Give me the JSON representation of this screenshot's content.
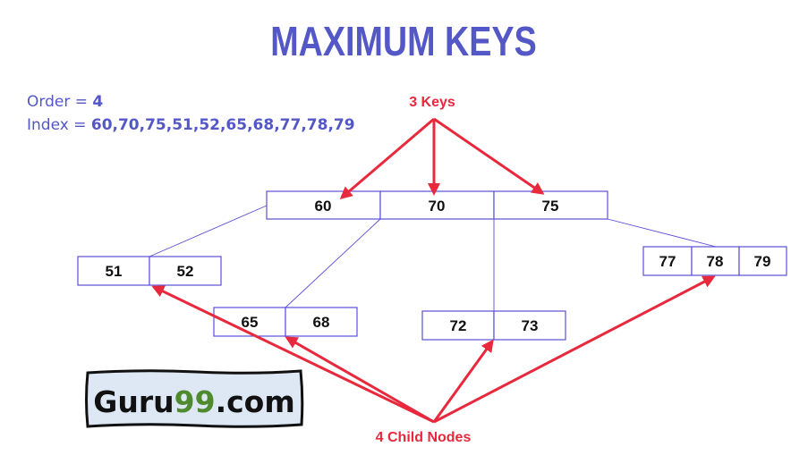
{
  "title": "MAXIMUM KEYS",
  "info": {
    "order_label": "Order = ",
    "order_value": "4",
    "index_label": "Index = ",
    "index_value": "60,70,75,51,52,65,68,77,78,79"
  },
  "tree": {
    "root": [
      "60",
      "70",
      "75"
    ],
    "children": [
      [
        "51",
        "52"
      ],
      [
        "65",
        "68"
      ],
      [
        "72",
        "73"
      ],
      [
        "77",
        "78",
        "79"
      ]
    ]
  },
  "annotations": {
    "keys": "3 Keys",
    "children": "4 Child Nodes"
  },
  "logo": {
    "text_main": "Guru",
    "text_accent": "99",
    "text_suffix": ".com"
  },
  "colors": {
    "title": "#5457c6",
    "arrow": "#e8283c",
    "node_border": "#5b4fd6",
    "logo_bg": "#dde8f4",
    "logo_accent": "#4f8a2f"
  }
}
